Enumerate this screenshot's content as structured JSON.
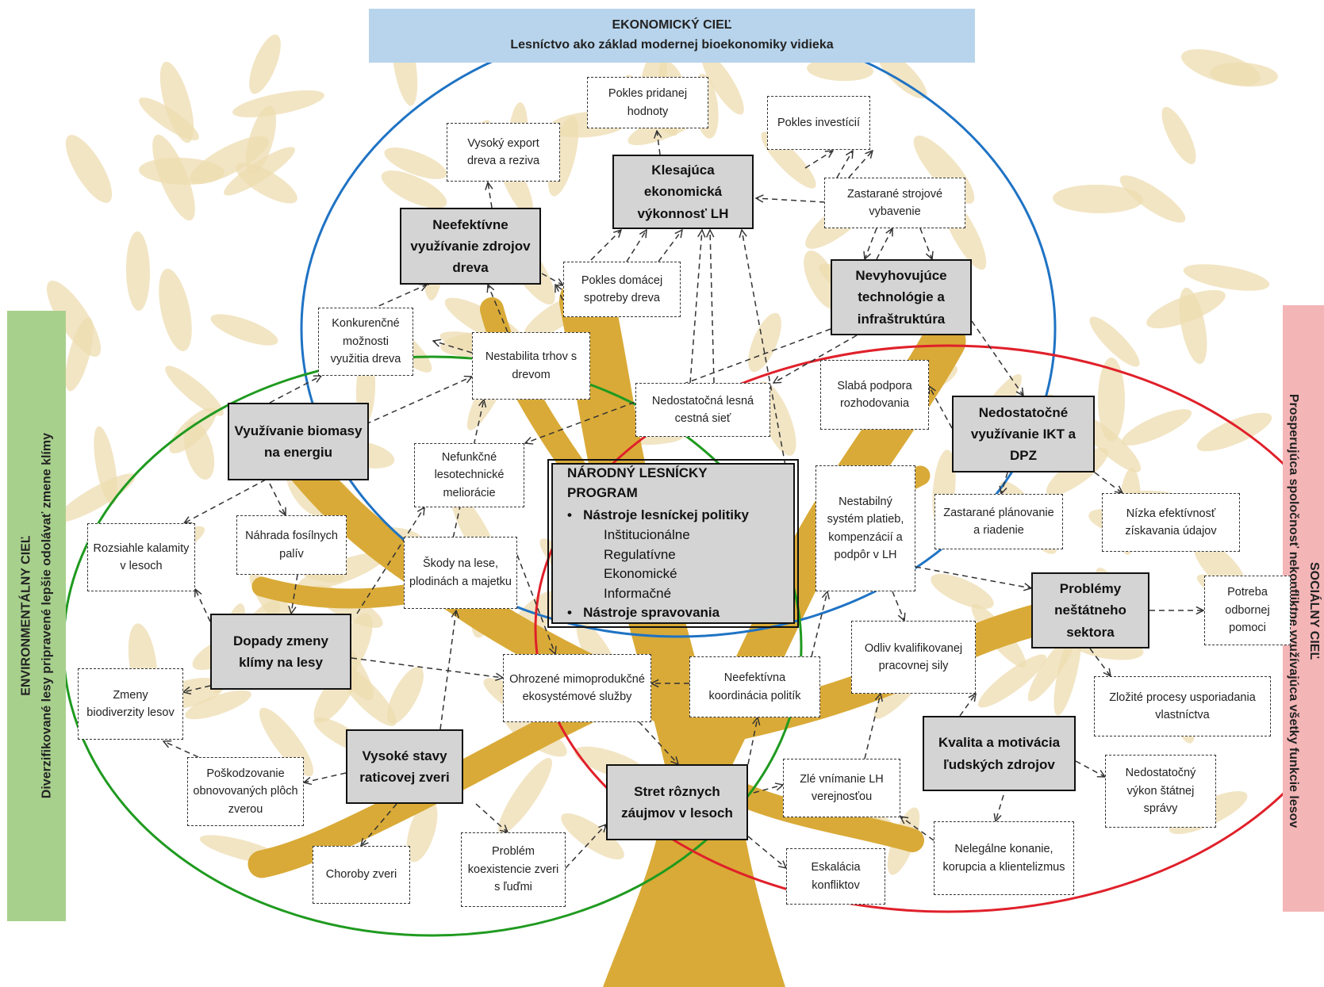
{
  "goals": {
    "economic": {
      "title": "EKONOMICKÝ CIEĽ",
      "subtitle": "Lesníctvo ako základ modernej bioekonomiky vidieka",
      "color": "#b7d4ec"
    },
    "environmental": {
      "title": "ENVIRONMENTÁLNY CIEĽ",
      "subtitle": "Diverzifikované lesy pripravené lepšie odolávať zmene klímy",
      "color": "#a8d08d"
    },
    "social": {
      "title": "SOCIÁLNY CIEĽ",
      "subtitle": "Prosperujúca spoločnosť nekonfliktne využívajúca všetky funkcie lesov",
      "color": "#f4b5b7"
    }
  },
  "circle_colors": {
    "economic": "#1f73c4",
    "environmental": "#1f9a1f",
    "social": "#e0202a"
  },
  "center": {
    "title": "NÁRODNÝ LESNÍCKY PROGRAM",
    "bullet1": "Nástroje lesníckej politiky",
    "sub": [
      "Inštitucionálne",
      "Regulatívne",
      "Ekonomické",
      "Informačné"
    ],
    "bullet2": "Nástroje spravovania"
  },
  "nodes": {
    "pokles_hodnoty": "Pokles pridanej hodnoty",
    "pokles_investicii": "Pokles investícií",
    "vysoky_export": "Vysoký export dreva a reziva",
    "klesajuca": "Klesajúca ekonomická výkonnosť LH",
    "zastarane_strojove": "Zastarané strojové vybavenie",
    "neefektivne_vyuzivanie": "Neefektívne využívanie zdrojov dreva",
    "pokles_spotreby": "Pokles domácej spotreby dreva",
    "nevyhovujuce": "Nevyhovujúce technológie a infraštruktúra",
    "konkurencne": "Konkurenčné možnosti využitia dreva",
    "nestabilita_trhov": "Nestabilita trhov s drevom",
    "slaba_podpora": "Slabá podpora rozhodovania",
    "nedostatocna_siet": "Nedostatočná lesná cestná sieť",
    "nedostatocne_ikt": "Nedostatočné využívanie IKT a DPZ",
    "vyuzivanie_biomasy": "Využívanie biomasy na energiu",
    "nefunkcne": "Nefunkčné lesotechnické meliorácie",
    "nestabilny_system": "Nestabilný systém platieb, kompenzácií a podpôr v LH",
    "zastarane_planovanie": "Zastarané plánovanie a riadenie",
    "nizka_efektivnost": "Nízka efektívnosť získavania údajov",
    "rozsiahle_kalamity": "Rozsiahle kalamity v lesoch",
    "nahrada_paliv": "Náhrada fosílnych palív",
    "skody": "Škody na lese, plodinách a majetku",
    "problemy_nestatneho": "Problémy neštátneho sektora",
    "potreba_pomoci": "Potreba odbornej pomoci",
    "dopady_klimy": "Dopady zmeny klímy na lesy",
    "odliv": "Odliv kvalifikovanej pracovnej sily",
    "zmeny_biodiverzity": "Zmeny biodiverzity lesov",
    "ohrozene": "Ohrozené mimoprodukčné ekosystémové služby",
    "neefektivna_koordinacia": "Neefektívna koordinácia politík",
    "zlozite_procesy": "Zložité procesy usporiadania vlastníctva",
    "vysoke_stavy": "Vysoké stavy raticovej zveri",
    "kvalita": "Kvalita a motivácia ľudských zdrojov",
    "poskodzovanie": "Poškodzovanie obnovovaných plôch zverou",
    "stret": "Stret rôznych záujmov v lesoch",
    "zle_vnimanie": "Zlé vnímanie LH verejnosťou",
    "nedostatocny_vykon": "Nedostatočný výkon štátnej správy",
    "choroby": "Choroby zveri",
    "problem_koexistencie": "Problém koexistencie zveri s ľuďmi",
    "eskalacia": "Eskalácia konfliktov",
    "nelegalne": "Nelegálne konanie, korupcia a klientelizmus"
  },
  "tree_color": "#d9aa37",
  "leaf_color": "#eddcb0"
}
